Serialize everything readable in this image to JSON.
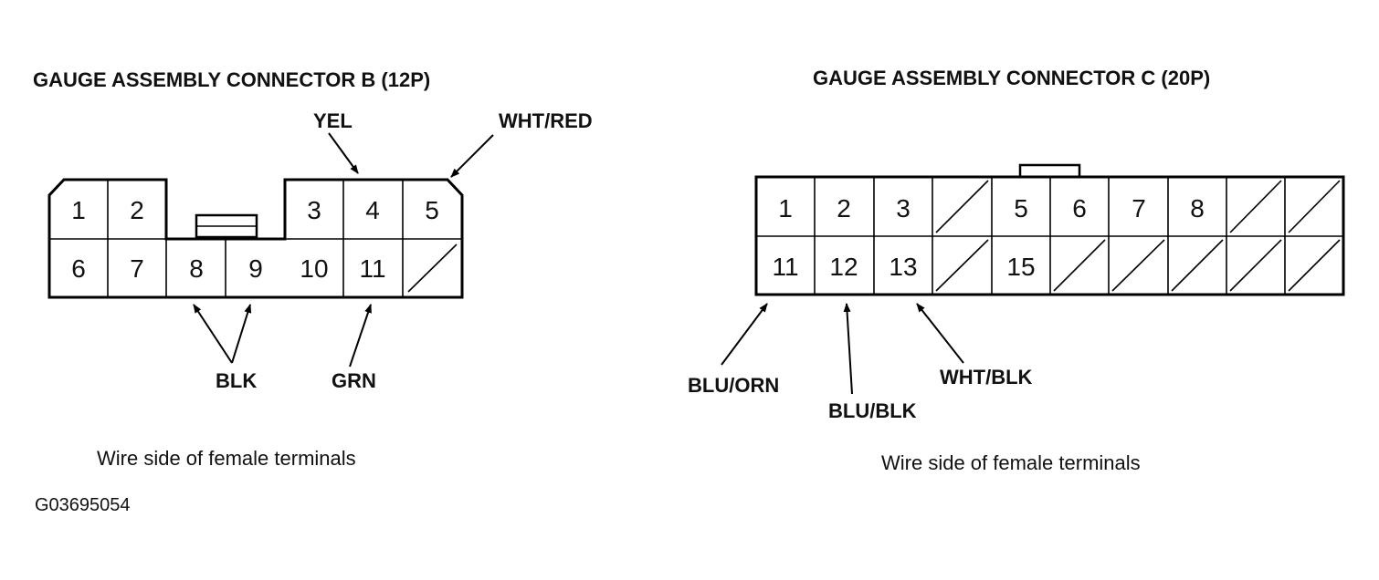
{
  "connector_b": {
    "title": "GAUGE ASSEMBLY CONNECTOR B (12P)",
    "pins": [
      "1",
      "2",
      "3",
      "4",
      "5",
      "6",
      "7",
      "8",
      "9",
      "10",
      "11"
    ],
    "wires": {
      "yel": "YEL",
      "wht_red": "WHT/RED",
      "blk": "BLK",
      "grn": "GRN"
    },
    "caption": "Wire side of female terminals"
  },
  "connector_c": {
    "title": "GAUGE ASSEMBLY CONNECTOR C (20P)",
    "pins": [
      "1",
      "2",
      "3",
      "5",
      "6",
      "7",
      "8",
      "11",
      "12",
      "13",
      "15"
    ],
    "wires": {
      "blu_orn": "BLU/ORN",
      "blu_blk": "BLU/BLK",
      "wht_blk": "WHT/BLK"
    },
    "caption": "Wire side of female terminals"
  },
  "figure_code": "G03695054"
}
